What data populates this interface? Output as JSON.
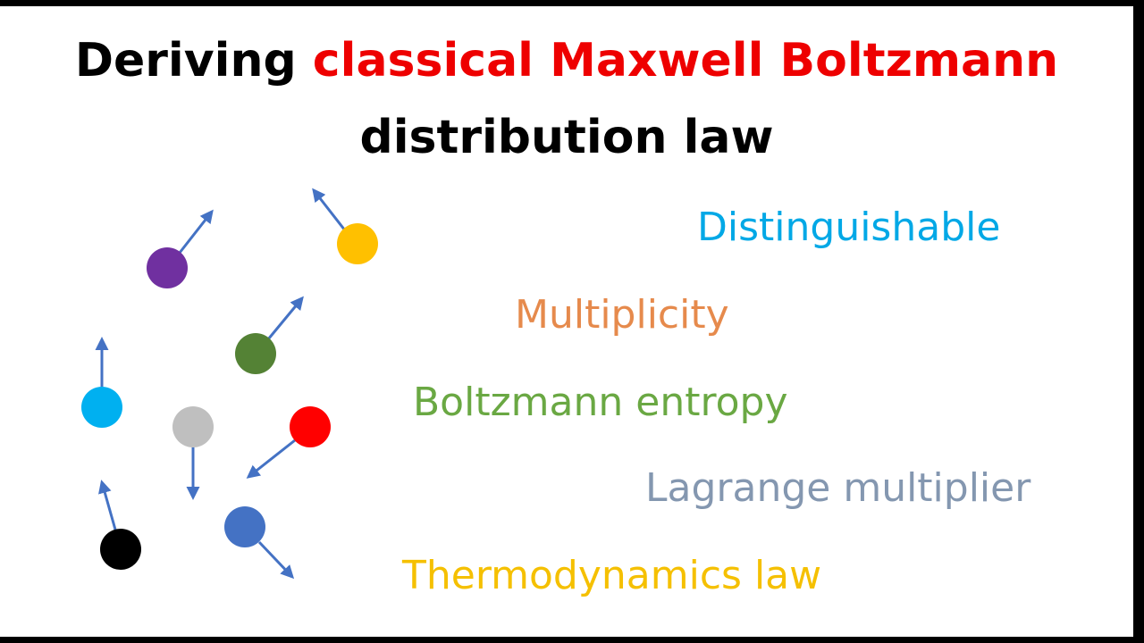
{
  "title": {
    "line1_black": "Deriving ",
    "line1_red": "classical Maxwell Boltzmann",
    "line2": "distribution law"
  },
  "keywords": {
    "distinguishable": {
      "text": "Distinguishable",
      "color": "#00a8e6"
    },
    "multiplicity": {
      "text": "Multiplicity",
      "color": "#e68a4c"
    },
    "entropy": {
      "text": "Boltzmann entropy",
      "color": "#6aa843"
    },
    "lagrange": {
      "text": "Lagrange multiplier",
      "color": "#8497b0"
    },
    "thermo": {
      "text": "Thermodynamics law",
      "color": "#f5c000"
    }
  },
  "particles": {
    "arrow_color": "#4472c4",
    "colors": [
      "#7030a0",
      "#ffc000",
      "#548235",
      "#00b0f0",
      "#bfbfbf",
      "#ff0000",
      "#4472c4",
      "#000000"
    ]
  }
}
